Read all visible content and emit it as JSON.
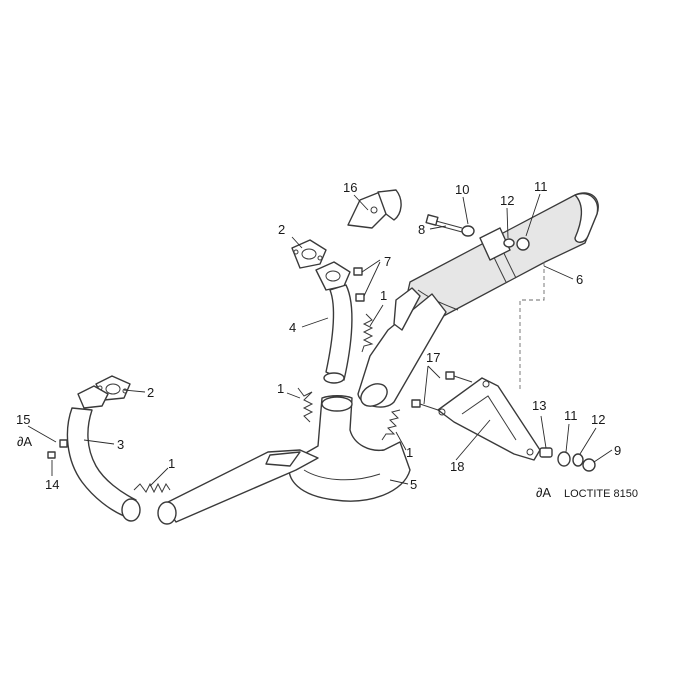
{
  "callouts": [
    {
      "id": "c16",
      "text": "16"
    },
    {
      "id": "c10",
      "text": "10"
    },
    {
      "id": "c11a",
      "text": "11"
    },
    {
      "id": "c12a",
      "text": "12"
    },
    {
      "id": "c8",
      "text": "8"
    },
    {
      "id": "c2a",
      "text": "2"
    },
    {
      "id": "c7",
      "text": "7"
    },
    {
      "id": "c6",
      "text": "6"
    },
    {
      "id": "c1a",
      "text": "1"
    },
    {
      "id": "c4",
      "text": "4"
    },
    {
      "id": "c17",
      "text": "17"
    },
    {
      "id": "c2b",
      "text": "2"
    },
    {
      "id": "c1b",
      "text": "1"
    },
    {
      "id": "c13",
      "text": "13"
    },
    {
      "id": "c11b",
      "text": "11"
    },
    {
      "id": "c12b",
      "text": "12"
    },
    {
      "id": "c15",
      "text": "15"
    },
    {
      "id": "c3",
      "text": "3"
    },
    {
      "id": "c1c",
      "text": "1"
    },
    {
      "id": "c9",
      "text": "9"
    },
    {
      "id": "c14",
      "text": "14"
    },
    {
      "id": "c18",
      "text": "18"
    },
    {
      "id": "c5",
      "text": "5"
    },
    {
      "id": "c1d",
      "text": "1"
    }
  ],
  "markers": {
    "adhesive_symbol": "∂A",
    "left_marker": "∂A"
  },
  "legend": {
    "symbol": "∂A",
    "text": "LOCTITE 8150"
  }
}
